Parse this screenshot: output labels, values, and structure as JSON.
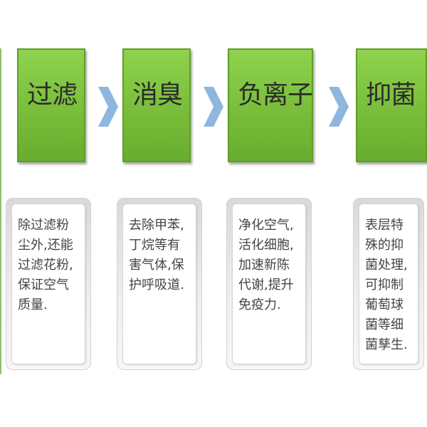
{
  "steps": [
    {
      "title": "过滤",
      "description": "除过滤粉尘外,还能过滤花粉,保证空气质量."
    },
    {
      "title": "消臭",
      "description": "去除甲苯,丁烷等有害气体,保护呼吸道."
    },
    {
      "title": "负离子",
      "description": "净化空气,活化细胞,加速新陈代谢,提升免疫力."
    },
    {
      "title": "抑菌",
      "description": "表层特殊的抑菌处理,可抑制葡萄球菌等细菌孳生."
    }
  ],
  "colors": {
    "step_box": "#7cc33f",
    "step_border": "#5f9e2a",
    "arrow": "#8eb7df",
    "card": "#ececec",
    "card_inner": "#ffffff",
    "text": "#444444"
  },
  "icons": {
    "arrow": "chevron-right-icon"
  }
}
